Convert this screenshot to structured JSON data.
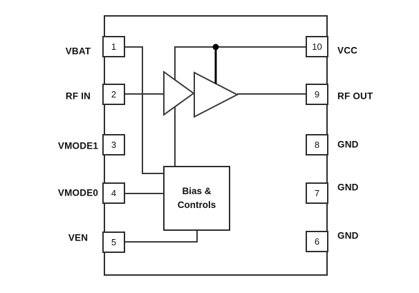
{
  "diagram": {
    "colors": {
      "background": "#ffffff",
      "line": "#3a3a3a",
      "outline": "#2d2d2d",
      "junction": "#000000",
      "text": "#111111"
    },
    "left_pins": [
      {
        "number": "1",
        "label": "VBAT"
      },
      {
        "number": "2",
        "label": "RF IN"
      },
      {
        "number": "3",
        "label": "VMODE1"
      },
      {
        "number": "4",
        "label": "VMODE0"
      },
      {
        "number": "5",
        "label": "VEN"
      }
    ],
    "right_pins": [
      {
        "number": "10",
        "label": "VCC"
      },
      {
        "number": "9",
        "label": "RF OUT"
      },
      {
        "number": "8",
        "label": "GND"
      },
      {
        "number": "7",
        "label": "GND"
      },
      {
        "number": "6",
        "label": "GND"
      }
    ],
    "bias_block": {
      "line1": "Bias &",
      "line2": "Controls"
    }
  }
}
